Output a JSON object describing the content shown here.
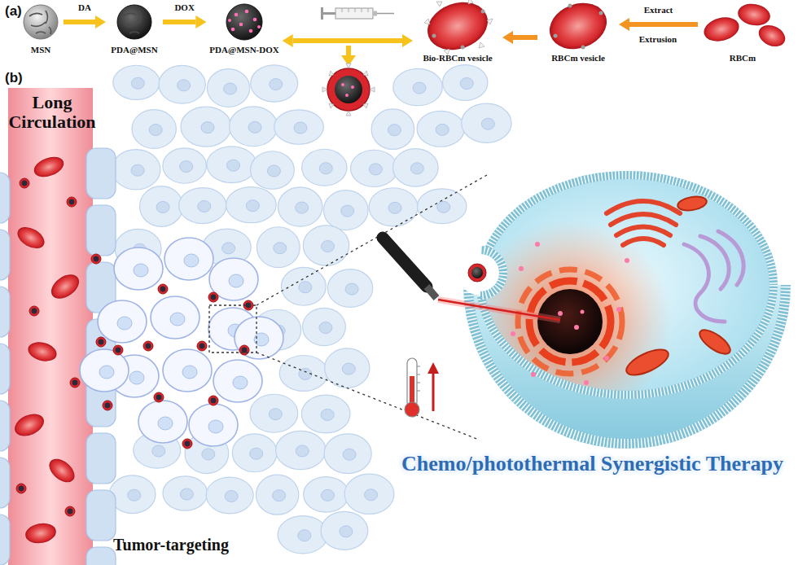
{
  "diagram": {
    "nodes": [
      {
        "text": [
          "MSN"
        ]
      },
      {
        "text": [
          "PDA@MSN"
        ]
      },
      {
        "text": [
          "PDA@MSN-DOX"
        ]
      },
      {
        "text": [
          "Bio-RBCm vesicle"
        ]
      },
      {
        "text": [
          "RBCm vesicle"
        ]
      },
      {
        "text": [
          "RBCm"
        ]
      },
      {
        "text": [
          "Long Circulation"
        ]
      }
    ],
    "edges": [
      {
        "from": 0,
        "to": 1,
        "label": "DA",
        "arrow": "to"
      },
      {
        "from": 1,
        "to": 2,
        "label": "DOX",
        "arrow": "to"
      },
      {
        "from": 2,
        "to": 3,
        "arrow": "both"
      },
      {
        "from": 5,
        "to": 4,
        "label": "Extract",
        "arrow": "to"
      },
      {
        "from": 4,
        "to": 3,
        "arrow": "to"
      }
    ],
    "labels": [
      "(a)",
      "Extrusion",
      "(b)",
      "Tumor-targeting",
      "Chemo/photothermal Synergistic Therapy"
    ]
  }
}
